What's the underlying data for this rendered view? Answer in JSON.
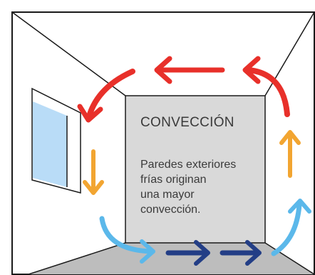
{
  "diagram": {
    "title": "CONVECCIÓN",
    "description_lines": [
      "Paredes exteriores",
      "frías originan",
      "una mayor",
      "convección."
    ]
  },
  "colors": {
    "back_wall": "#d9d9d9",
    "floor": "#bdbdbd",
    "window_glass": "#b9dcf7",
    "warm_arrow": "#e8302a",
    "transition_arrow": "#f2a531",
    "cool_arrow": "#5bb8ea",
    "cold_arrow": "#233e86",
    "outline": "#1a1a1a"
  },
  "icons": {
    "warm": "arrow-left-icon",
    "cold": "arrow-right-icon",
    "rising": "arrow-up-icon",
    "falling": "arrow-down-icon"
  }
}
